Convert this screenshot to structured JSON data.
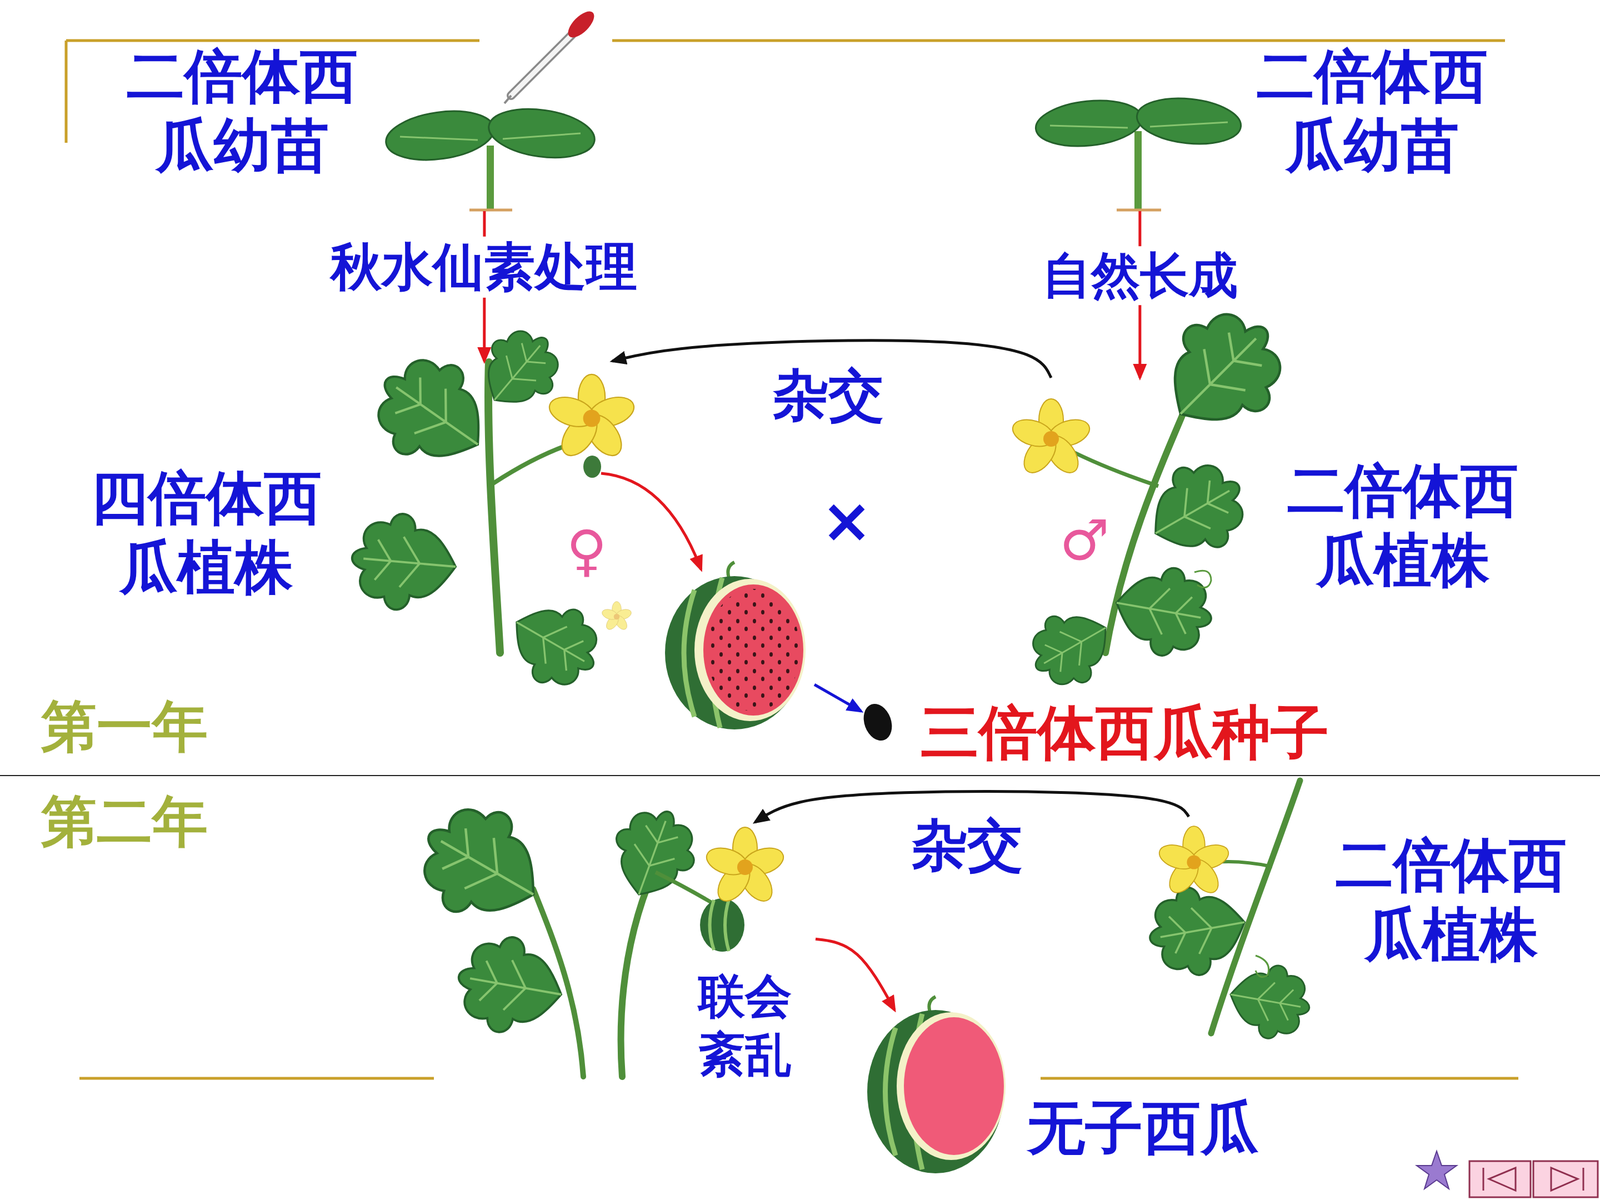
{
  "diagram": {
    "nodes": [
      {
        "text": [
          "二倍体西瓜幼苗"
        ]
      },
      {
        "text": [
          "二倍体西瓜幼苗"
        ]
      },
      {
        "text": [
          "四倍体西瓜植株"
        ]
      },
      {
        "text": [
          "二倍体西瓜植株"
        ]
      },
      {
        "text": [
          "三倍体西瓜种子"
        ]
      },
      {
        "text": [
          "联会紊乱"
        ]
      },
      {
        "text": [
          "二倍体西瓜植株"
        ]
      },
      {
        "text": [
          "无子西瓜"
        ]
      }
    ],
    "edges": [
      {
        "from": 0,
        "to": 2,
        "arrow": "to",
        "label": "秋水仙素处理"
      },
      {
        "from": 1,
        "to": 3,
        "arrow": "to",
        "label": "自然长成"
      },
      {
        "from": 3,
        "to": 2,
        "arrow": "to",
        "label": "杂交"
      },
      {
        "from": 2,
        "to": 4,
        "arrow": "to"
      },
      {
        "from": 6,
        "to": 5,
        "arrow": "to",
        "label": "杂交"
      },
      {
        "from": 5,
        "to": 7,
        "arrow": "to"
      }
    ],
    "labels": [
      "♀",
      "♂",
      "×",
      "第一年",
      "第二年"
    ]
  }
}
